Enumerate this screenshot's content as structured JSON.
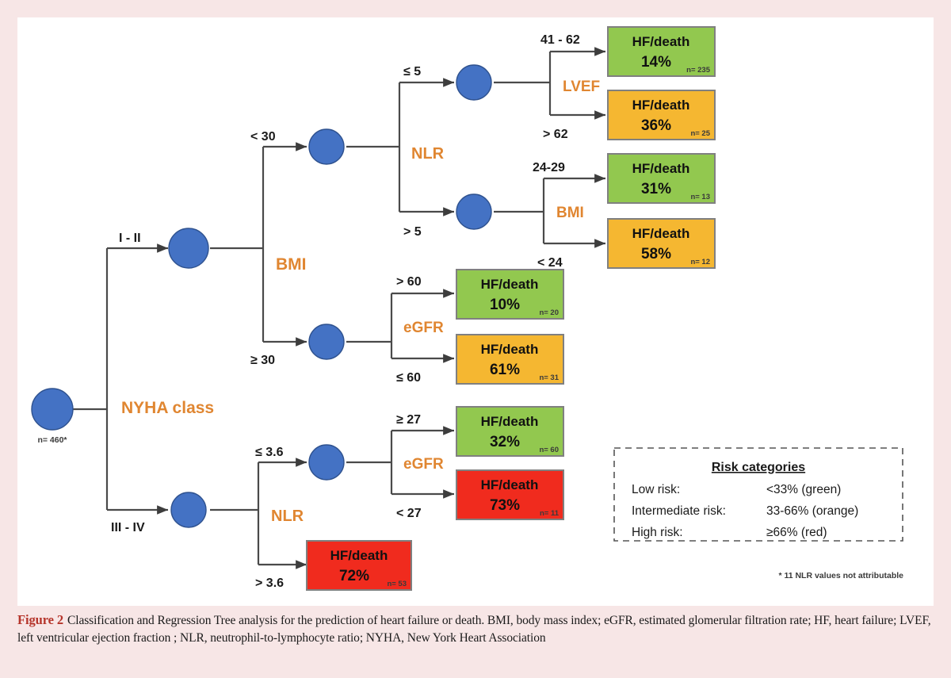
{
  "figure": {
    "label": "Figure 2",
    "caption": "Classification and Regression Tree analysis for the prediction of heart failure or death. BMI, body mass index; eGFR, estimated glomerular filtration rate; HF, heart failure; LVEF, left ventricular ejection fraction ; NLR, neutrophil-to-lymphocyte ratio; NYHA, New York Heart Association",
    "footnote": "* 11 NLR values not attributable"
  },
  "colors": {
    "low_risk_green": "#92C84F",
    "intermediate_orange": "#F5B731",
    "high_risk_red": "#F02B1E",
    "node_blue": "#4472C4",
    "split_orange": "#E08631",
    "frame_pink": "#F7E6E6",
    "figure_label": "#B5342A"
  },
  "root": {
    "n_label": "n= 460*",
    "split": "NYHA class"
  },
  "splits": {
    "nyha": "NYHA class",
    "bmi_top": "BMI",
    "nlr_top": "NLR",
    "lvef": "LVEF",
    "bmi_mid": "BMI",
    "egfr_upper": "eGFR",
    "nlr_bottom": "NLR",
    "egfr_lower": "eGFR"
  },
  "edges": {
    "nyha_left": "I - II",
    "nyha_right": "III - IV",
    "bmi_top_lt30": "< 30",
    "bmi_top_ge30": "≥ 30",
    "nlr_le5": "≤ 5",
    "nlr_gt5": "> 5",
    "lvef_41_62": "41 - 62",
    "lvef_gt62": "> 62",
    "bmi_24_29": "24-29",
    "bmi_lt24": "< 24",
    "egfr_gt60": "> 60",
    "egfr_le60": "≤ 60",
    "nlr_le36": "≤ 3.6",
    "nlr_gt36": "> 3.6",
    "egfr_ge27": "≥ 27",
    "egfr_lt27": "< 27"
  },
  "leaves": [
    {
      "id": "leaf-lvef-41-62",
      "title": "HF/death",
      "pct": "14%",
      "n": "n= 235",
      "risk": "low"
    },
    {
      "id": "leaf-lvef-gt62",
      "title": "HF/death",
      "pct": "36%",
      "n": "n= 25",
      "risk": "intermediate"
    },
    {
      "id": "leaf-bmi-24-29",
      "title": "HF/death",
      "pct": "31%",
      "n": "n= 13",
      "risk": "low"
    },
    {
      "id": "leaf-bmi-lt24",
      "title": "HF/death",
      "pct": "58%",
      "n": "n= 12",
      "risk": "intermediate"
    },
    {
      "id": "leaf-egfr-gt60",
      "title": "HF/death",
      "pct": "10%",
      "n": "n= 20",
      "risk": "low"
    },
    {
      "id": "leaf-egfr-le60",
      "title": "HF/death",
      "pct": "61%",
      "n": "n= 31",
      "risk": "intermediate"
    },
    {
      "id": "leaf-egfr-ge27",
      "title": "HF/death",
      "pct": "32%",
      "n": "n= 60",
      "risk": "low"
    },
    {
      "id": "leaf-egfr-lt27",
      "title": "HF/death",
      "pct": "73%",
      "n": "n= 11",
      "risk": "high"
    },
    {
      "id": "leaf-nlr-gt36",
      "title": "HF/death",
      "pct": "72%",
      "n": "n= 53",
      "risk": "high"
    }
  ],
  "legend": {
    "title": "Risk categories",
    "rows": [
      {
        "name": "Low risk:",
        "value": "<33% (green)"
      },
      {
        "name": "Intermediate risk:",
        "value": "33-66% (orange)"
      },
      {
        "name": "High risk:",
        "value": "≥66% (red)"
      }
    ]
  },
  "chart_data": {
    "type": "tree",
    "title": "Classification and Regression Tree analysis for the prediction of heart failure or death",
    "total_n": 460,
    "outcome": "HF/death",
    "nodes": [
      {
        "id": "root",
        "split_var": "NYHA class",
        "n": 460,
        "children": [
          "nyha_I_II",
          "nyha_III_IV"
        ]
      },
      {
        "id": "nyha_I_II",
        "edge": "I - II",
        "split_var": "BMI",
        "children": [
          "bmi_lt30",
          "bmi_ge30"
        ]
      },
      {
        "id": "bmi_lt30",
        "edge": "< 30",
        "split_var": "NLR",
        "children": [
          "nlr_le5",
          "nlr_gt5"
        ]
      },
      {
        "id": "nlr_le5",
        "edge": "≤ 5",
        "split_var": "LVEF",
        "children": [
          "lvef_41_62",
          "lvef_gt62"
        ]
      },
      {
        "id": "lvef_41_62",
        "edge": "41 - 62",
        "leaf": true,
        "pct": 14,
        "n": 235,
        "risk": "low"
      },
      {
        "id": "lvef_gt62",
        "edge": "> 62",
        "leaf": true,
        "pct": 36,
        "n": 25,
        "risk": "intermediate"
      },
      {
        "id": "nlr_gt5",
        "edge": "> 5",
        "split_var": "BMI",
        "children": [
          "bmi_24_29",
          "bmi_lt24"
        ]
      },
      {
        "id": "bmi_24_29",
        "edge": "24-29",
        "leaf": true,
        "pct": 31,
        "n": 13,
        "risk": "low"
      },
      {
        "id": "bmi_lt24",
        "edge": "< 24",
        "leaf": true,
        "pct": 58,
        "n": 12,
        "risk": "intermediate"
      },
      {
        "id": "bmi_ge30",
        "edge": "≥ 30",
        "split_var": "eGFR",
        "children": [
          "egfr_gt60",
          "egfr_le60"
        ]
      },
      {
        "id": "egfr_gt60",
        "edge": "> 60",
        "leaf": true,
        "pct": 10,
        "n": 20,
        "risk": "low"
      },
      {
        "id": "egfr_le60",
        "edge": "≤ 60",
        "leaf": true,
        "pct": 61,
        "n": 31,
        "risk": "intermediate"
      },
      {
        "id": "nyha_III_IV",
        "edge": "III - IV",
        "split_var": "NLR",
        "children": [
          "nlr_le36",
          "nlr_gt36"
        ]
      },
      {
        "id": "nlr_le36",
        "edge": "≤ 3.6",
        "split_var": "eGFR",
        "children": [
          "egfr_ge27",
          "egfr_lt27"
        ]
      },
      {
        "id": "egfr_ge27",
        "edge": "≥ 27",
        "leaf": true,
        "pct": 32,
        "n": 60,
        "risk": "low"
      },
      {
        "id": "egfr_lt27",
        "edge": "< 27",
        "leaf": true,
        "pct": 73,
        "n": 11,
        "risk": "high"
      },
      {
        "id": "nlr_gt36",
        "edge": "> 3.6",
        "leaf": true,
        "pct": 72,
        "n": 53,
        "risk": "high"
      }
    ],
    "risk_thresholds": {
      "low": "<33%",
      "intermediate": "33-66%",
      "high": "≥66%"
    }
  }
}
